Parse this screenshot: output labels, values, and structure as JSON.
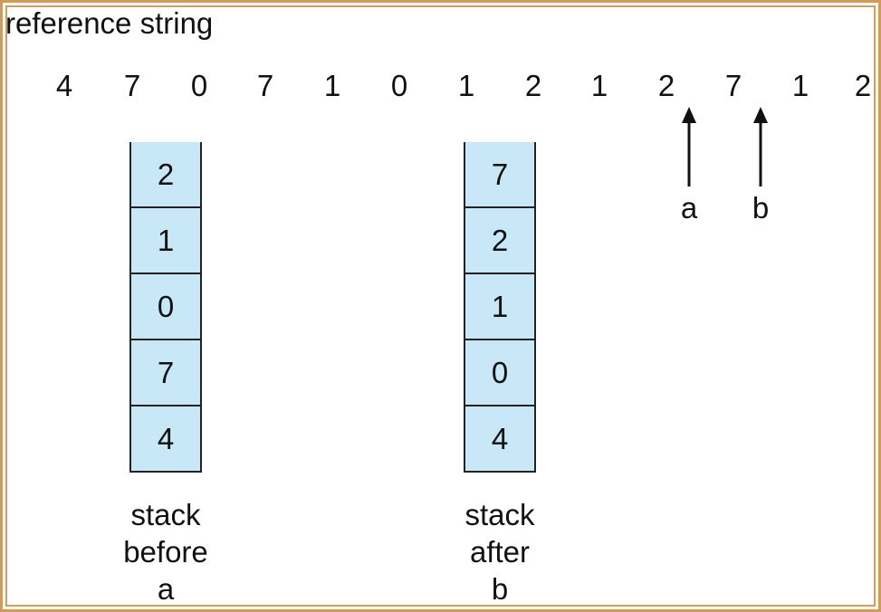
{
  "title": "reference string",
  "reference_string": [
    "4",
    "7",
    "0",
    "7",
    "1",
    "0",
    "1",
    "2",
    "1",
    "2",
    "7",
    "1",
    "2"
  ],
  "markers": [
    {
      "label": "a"
    },
    {
      "label": "b"
    }
  ],
  "stack_before": {
    "cells": [
      "2",
      "1",
      "0",
      "7",
      "4"
    ],
    "caption": [
      "stack",
      "before",
      "a"
    ]
  },
  "stack_after": {
    "cells": [
      "7",
      "2",
      "1",
      "0",
      "4"
    ],
    "caption": [
      "stack",
      "after",
      "b"
    ]
  },
  "colors": {
    "frame": "#d29a55",
    "cell_fill": "#c8e8f8"
  }
}
